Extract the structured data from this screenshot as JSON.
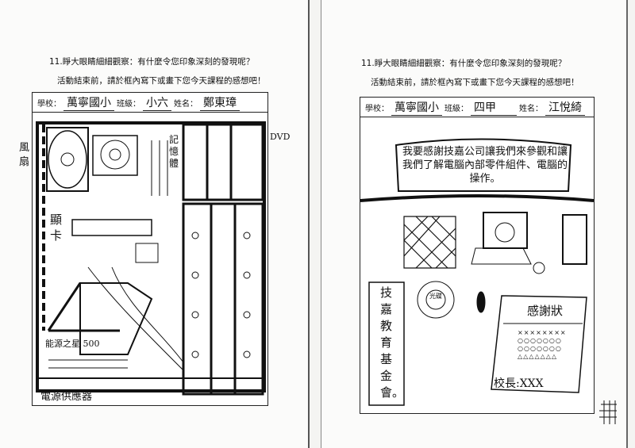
{
  "left_page": {
    "question": "11.睜大眼睛細細觀察：有什麼令您印象深刻的發現呢？",
    "instruction": "活動結束前，請於框內寫下或畫下您今天課程的感想吧！",
    "school_label": "學校：",
    "school_value": "萬寧國小",
    "class_label": "班級：",
    "class_value": "小六",
    "name_label": "姓名：",
    "name_value": "鄭東璋",
    "drawing_labels": {
      "fan": "風扇",
      "graphics_card": "顯卡",
      "memory": "記憶體",
      "dvd": "DVD",
      "psu_brand": "能源之星 500",
      "power_supply": "電源供應器"
    }
  },
  "right_page": {
    "question": "11.睜大眼睛細細觀察：有什麼令您印象深刻的發現呢？",
    "instruction": "活動結束前，請於框內寫下或畫下您今天課程的感想吧！",
    "school_label": "學校：",
    "school_value": "萬寧國小",
    "class_label": "班級：",
    "class_value": "四甲",
    "name_label": "姓名：",
    "name_value": "江悅綺",
    "banner_text": "我要感謝技嘉公司讓我們來參觀和讓我們了解電腦內部零件組件、電腦的操作。",
    "foundation_text": "技嘉教育基金會。",
    "disc_label": "光碟",
    "certificate_title": "感謝狀",
    "certificate_signature": "校長:XXX"
  }
}
